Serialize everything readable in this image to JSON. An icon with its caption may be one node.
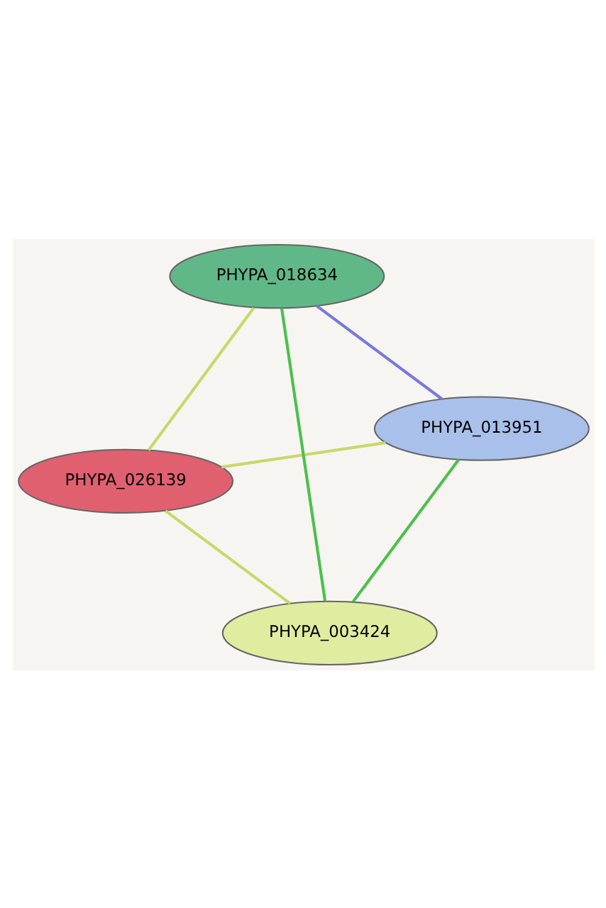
{
  "diagram": {
    "nodes": [
      {
        "text": [
          "PHYPA_026139"
        ]
      },
      {
        "text": [
          "PHYPA_013951"
        ]
      },
      {
        "text": [
          "PHYPA_003424"
        ]
      },
      {
        "text": [
          "PHYPA_018634"
        ]
      }
    ],
    "edges": [
      {
        "from": 0,
        "to": 1,
        "arrow": "none"
      },
      {
        "from": 0,
        "to": 2,
        "arrow": "none"
      },
      {
        "from": 0,
        "to": 3,
        "arrow": "none"
      },
      {
        "from": 1,
        "to": 2,
        "arrow": "none",
        "color": "#4cc04c"
      },
      {
        "from": 1,
        "to": 3,
        "arrow": "none",
        "color": "#7a7ad8"
      },
      {
        "from": 2,
        "to": 3,
        "arrow": "none",
        "color": "#4cc04c"
      }
    ]
  }
}
